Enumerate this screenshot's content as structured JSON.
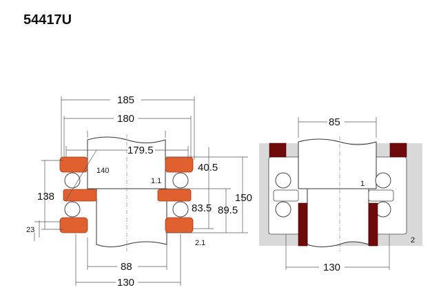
{
  "title": "54417U",
  "left_drawing": {
    "labels": {
      "d185": "185",
      "d180": "180",
      "d179_5": "179.5",
      "d140": "140",
      "d1_1": "1.1",
      "d40_5": "40.5",
      "d150": "150",
      "d138": "138",
      "d83_5": "83.5",
      "d89_5": "89.5",
      "d23": "23",
      "d2_1": "2.1",
      "d88": "88",
      "d130": "130"
    },
    "colors": {
      "washer": "#e06030"
    }
  },
  "right_drawing": {
    "labels": {
      "d85": "85",
      "d130": "130",
      "n1": "1",
      "n2": "2"
    },
    "colors": {
      "housing": "#d9d9d9",
      "sleeve": "#6e0a0a"
    }
  }
}
